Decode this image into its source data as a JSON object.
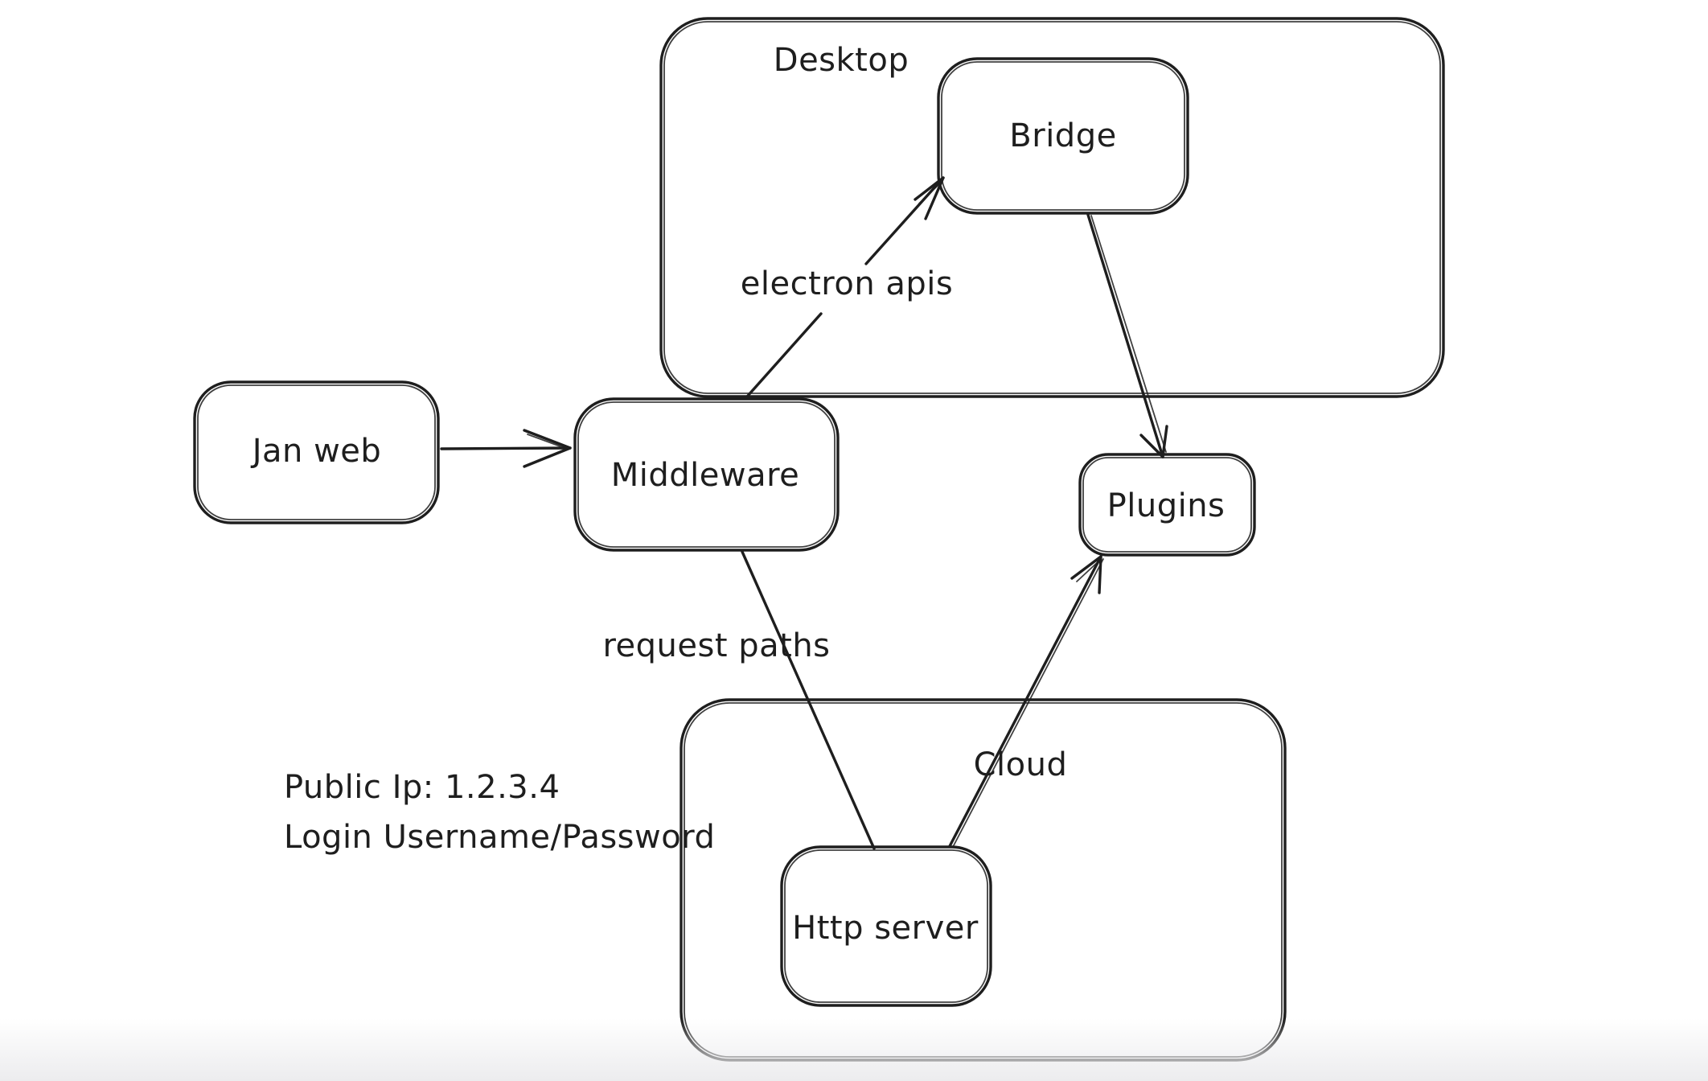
{
  "diagram": {
    "colors": {
      "stroke": "#1e1e1e",
      "background": "#ffffff",
      "bottom_fade": "#ececee"
    },
    "containers": {
      "desktop": {
        "label": "Desktop"
      },
      "cloud": {
        "label": "Cloud"
      }
    },
    "nodes": {
      "jan_web": {
        "label": "Jan web"
      },
      "middleware": {
        "label": "Middleware"
      },
      "bridge": {
        "label": "Bridge"
      },
      "plugins": {
        "label": "Plugins"
      },
      "http_server": {
        "label": "Http server"
      }
    },
    "edges": [
      {
        "from": "Jan web",
        "to": "Middleware",
        "label": ""
      },
      {
        "from": "Middleware",
        "to": "Bridge",
        "label": "electron apis"
      },
      {
        "from": "Bridge",
        "to": "Plugins",
        "label": ""
      },
      {
        "from": "Middleware",
        "to": "Http server",
        "label": "request paths"
      },
      {
        "from": "Http server",
        "to": "Plugins",
        "label": ""
      }
    ],
    "edge_labels": {
      "middleware_bridge": "electron apis",
      "middleware_http": "request paths"
    },
    "annotation": {
      "line1": "Public Ip: 1.2.3.4",
      "line2": "Login Username/Password"
    }
  }
}
